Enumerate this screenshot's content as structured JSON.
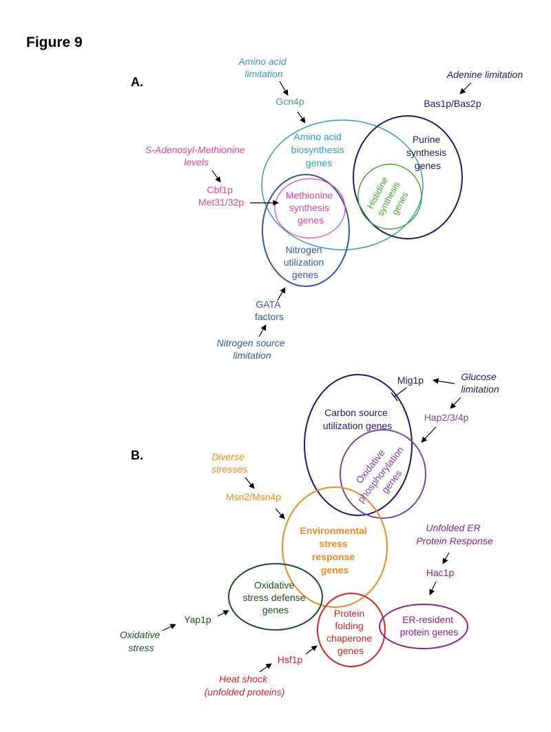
{
  "figure_title": "Figure 9",
  "panel_a": {
    "label": "A.",
    "signals": {
      "amino_acid_limitation": [
        "Amino acid",
        "limitation"
      ],
      "adenine_limitation": "Adenine limitation",
      "sam_levels": [
        "S-Adenosyl-Methionine",
        "levels"
      ],
      "nitrogen_source_limitation": [
        "Nitrogen source",
        "limitation"
      ]
    },
    "factors": {
      "gcn4p": "Gcn4p",
      "bas1p_bas2p": "Bas1p/Bas2p",
      "cbf1p_met31": [
        "Cbf1p",
        "Met31/32p"
      ],
      "gata_factors": [
        "GATA",
        "factors"
      ]
    },
    "gene_sets": {
      "amino_acid_biosynthesis": [
        "Amino acid",
        "biosynthesis",
        "genes"
      ],
      "purine_synthesis": [
        "Purine",
        "synthesis",
        "genes"
      ],
      "histidine_synthesis": [
        "Histidine",
        "synthesis",
        "genes"
      ],
      "methionine_synthesis": [
        "Methionine",
        "synthesis",
        "genes"
      ],
      "nitrogen_utilization": [
        "Nitrogen",
        "utilization",
        "genes"
      ]
    }
  },
  "panel_b": {
    "label": "B.",
    "signals": {
      "glucose_limitation": [
        "Glucose",
        "limitation"
      ],
      "diverse_stresses": [
        "Diverse",
        "stresses"
      ],
      "unfolded_er_response": [
        "Unfolded ER",
        "Protein Response"
      ],
      "oxidative_stress": [
        "Oxidative",
        "stress"
      ],
      "heat_shock": [
        "Heat shock",
        "(unfolded proteins)"
      ]
    },
    "factors": {
      "mig1p": "Mig1p",
      "hap234p": "Hap2/3/4p",
      "msn2_msn4p": "Msn2/Msn4p",
      "hac1p": "Hac1p",
      "yap1p": "Yap1p",
      "hsf1p": "Hsf1p"
    },
    "gene_sets": {
      "carbon_source_utilization": [
        "Carbon source",
        "utilization genes"
      ],
      "oxidative_phosphorylation": [
        "Oxidative",
        "phosphorylation",
        "genes"
      ],
      "environmental_stress_response": [
        "Environmental",
        "stress",
        "response",
        "genes"
      ],
      "oxidative_stress_defense": [
        "Oxidative",
        "stress defense",
        "genes"
      ],
      "protein_folding_chaperone": [
        "Protein",
        "folding",
        "chaperone",
        "genes"
      ],
      "er_resident_protein": [
        "ER-resident",
        "protein genes"
      ]
    }
  },
  "colors": {
    "amino_acid": "#3399cc",
    "purine": "#1a1a6e",
    "histidine": "#44aa33",
    "methionine": "#e8409a",
    "nitrogen": "#3355aa",
    "carbon": "#1a1a6e",
    "oxphos": "#7744aa",
    "stress": "#f08a1c",
    "oxidative_defense": "#1a4d2a",
    "chaperone": "#e02020",
    "er": "#882288",
    "arrow": "#000000"
  }
}
